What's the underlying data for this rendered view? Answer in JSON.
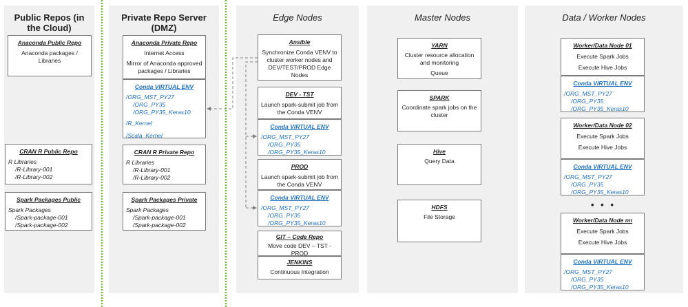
{
  "columns": {
    "public": {
      "title": "Public Repos (in the Cloud)"
    },
    "private": {
      "title": "Private Repo Server (DMZ)"
    },
    "edge": {
      "title": "Edge Nodes"
    },
    "master": {
      "title": "Master Nodes"
    },
    "worker": {
      "title": "Data / Worker Nodes"
    }
  },
  "public": {
    "anaconda": {
      "title": "Anaconda Public Repo",
      "desc": "Anaconda packages / Libraries"
    },
    "cran": {
      "title": "CRAN R Public Repo",
      "items": [
        "R Libraries",
        "/R-Library-001",
        "/R-Library-002"
      ]
    },
    "spark": {
      "title": "Spark Packages Public",
      "items": [
        "Spark Packages",
        "/Spark-package-001",
        "/Spark-package-002"
      ]
    }
  },
  "private": {
    "anaconda": {
      "title": "Anaconda Private Repo",
      "line1": "Internet Access",
      "line2": "Mirror of Anaconda approved packages / Libraries"
    },
    "conda": {
      "title": "Conda VIRTUAL ENV",
      "items": [
        "/ORG_MST_PY27",
        "/ORG_PY35",
        "/ORG_PY35_Keras10",
        "/R_Kernel",
        "/Scala_Kernel"
      ]
    },
    "cran": {
      "title": "CRAN R Private Repo",
      "items": [
        "R Libraries",
        "/R-Library-001",
        "/R-Library-002"
      ]
    },
    "spark": {
      "title": "Spark Packages Private",
      "items": [
        "Spark Packages",
        "/Spark-package-001",
        "/Spark-package-002"
      ]
    }
  },
  "edge": {
    "ansible": {
      "title": "Ansible",
      "desc": "Synchronize Conda VENV to cluster worker nodes and DEV/TEST/PROD Edge Nodes"
    },
    "dev": {
      "title": "DEV - TST",
      "desc": "Launch spark-submit job from the Conda VENV"
    },
    "dev_conda": {
      "title": "Conda VIRTUAL ENV",
      "items": [
        "/ORG_MST_PY27",
        "/ORG_PY35",
        "/ORG_PY35_Keras10"
      ]
    },
    "prod": {
      "title": "PROD",
      "desc": "Launch spark-submit job from the Conda VENV"
    },
    "prod_conda": {
      "title": "Conda VIRTUAL ENV",
      "items": [
        "/ORG_MST_PY27",
        "/ORG_PY35",
        "/ORG_PY35_Keras10"
      ]
    },
    "git": {
      "title": "GIT – Code Repo",
      "desc": "Move code DEV – TST - PROD"
    },
    "jenkins": {
      "title": "JENKINS",
      "desc": "Continuous Integration"
    }
  },
  "master": {
    "yarn": {
      "title": "YARN",
      "line1": "Cluster resource allocation and monitoring",
      "line2": "Queue"
    },
    "spark": {
      "title": "SPARK",
      "desc": "Coordinate spark jobs on the cluster"
    },
    "hive": {
      "title": "Hive",
      "desc": "Query Data"
    },
    "hdfs": {
      "title": "HDFS",
      "desc": "File Storage"
    }
  },
  "worker": {
    "nodes": [
      {
        "title": "Worker/Data Node 01",
        "line1": "Execute Spark Jobs",
        "line2": "Execute Hive Jobs",
        "conda": {
          "title": "Conda VIRTUAL ENV",
          "items": [
            "/ORG_MST_PY27",
            "/ORG_PY35",
            "/ORG_PY35_Keras10"
          ]
        }
      },
      {
        "title": "Worker/Data Node 02",
        "line1": "Execute Spark Jobs",
        "line2": "Execute Hive Jobs",
        "conda": {
          "title": "Conda VIRTUAL ENV",
          "items": [
            "/ORG_MST_PY27",
            "/ORG_PY35",
            "/ORG_PY35_Keras10"
          ]
        }
      },
      {
        "title": "Worker/Data Node nn",
        "line1": "Execute Spark Jobs",
        "line2": "Execute Hive Jobs",
        "conda": {
          "title": "Conda VIRTUAL ENV",
          "items": [
            "/ORG_MST_PY27",
            "/ORG_PY35",
            "/ORG_PY35_Keras10"
          ]
        }
      }
    ],
    "ellipsis": "• • •"
  },
  "colors": {
    "column_bg": "#f0f0f0",
    "box_border": "#7a7a7a",
    "link_blue": "#1f6fbf",
    "separator_green": "#66bb22",
    "arrow_gray": "#808080"
  }
}
